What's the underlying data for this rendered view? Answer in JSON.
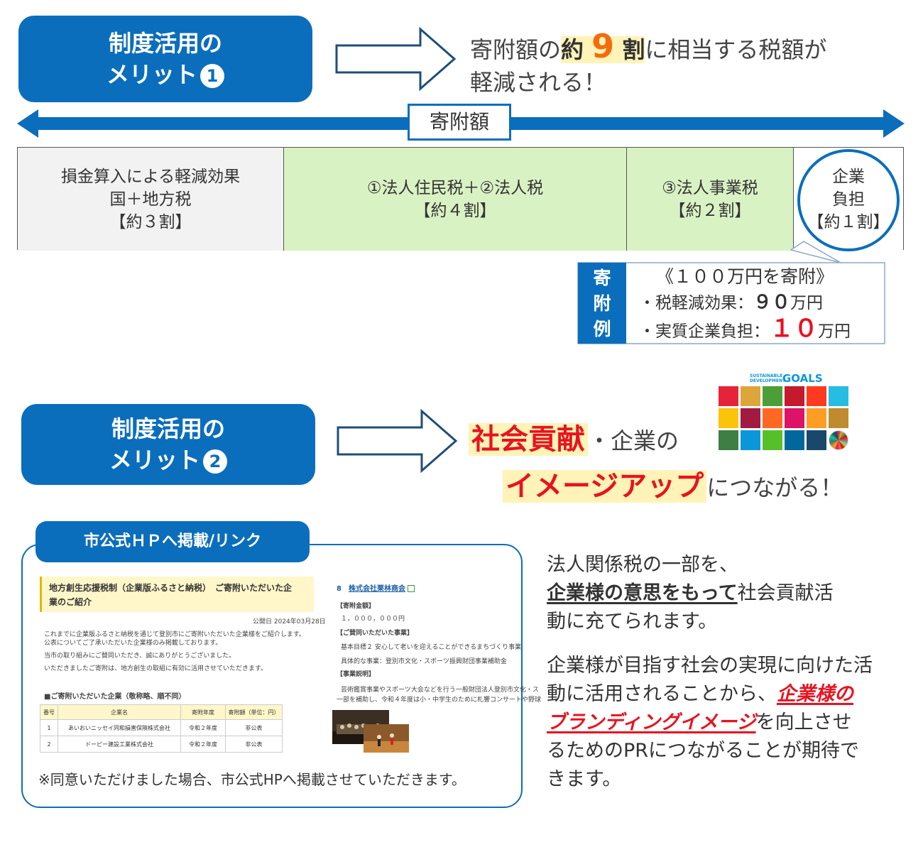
{
  "merit1": {
    "line1": "制度活用の",
    "line2": "メリット",
    "num": "1",
    "text_pre": "寄附額の",
    "text_hl_a": "約",
    "text_nine": "9",
    "text_hl_b": "割",
    "text_post": "に相当する税額が",
    "text_line2": "軽減される！"
  },
  "donation_bar": {
    "label": "寄附額"
  },
  "breakdown": {
    "cell1": [
      "損金算入による軽減効果",
      "国＋地方税",
      "【約３割】"
    ],
    "cell2": [
      "①法人住民税＋②法人税",
      "【約４割】"
    ],
    "cell3": [
      "③法人事業税",
      "【約２割】"
    ],
    "cell4": [
      "企業",
      "負担",
      "【約１割】"
    ]
  },
  "example": {
    "side_label": [
      "寄",
      "附",
      "例"
    ],
    "title": "《１００万円を寄附》",
    "line1_pre": "・税軽減効果：",
    "line1_val": "９０",
    "line1_unit": "万円",
    "line2_pre": "・実質企業負担：",
    "line2_val": "１０",
    "line2_unit": "万円"
  },
  "sdgs": {
    "title_small_1": "SUSTAINABLE",
    "title_small_2": "DEVELOPMENT",
    "title_big": "GOALS",
    "colors": [
      "#e5243b",
      "#dda63a",
      "#4c9f38",
      "#c5192d",
      "#ff3a21",
      "#26bde2",
      "#fcc30b",
      "#a21942",
      "#fd6925",
      "#dd1367",
      "#fd9d24",
      "#bf8b2e",
      "#3f7e44",
      "#0a97d9",
      "#56c02b",
      "#00689d",
      "#19486a",
      "#ffffff"
    ]
  },
  "merit2": {
    "line1": "制度活用の",
    "line2": "メリット",
    "num": "2",
    "text_a": "社会貢献",
    "text_b": "・企業の",
    "text_c": "イメージアップ",
    "text_d": "につながる！"
  },
  "hp": {
    "tab_label": "市公式ＨＰへ掲載/リンク",
    "footnote": "※同意いただけました場合、市公式HPへ掲載させていただきます。",
    "doc_title_1": "地方創生応援税制（企業版ふるさと納税）　ご寄附いただいた企",
    "doc_title_2": "業のご紹介",
    "doc_date": "公開日 2024年03月28日",
    "doc_p1": "これまでに企業版ふるさと納税を通じて登別市にご寄附いただいた企業様をご紹介します。",
    "doc_p1b": "公表についてご了承いただいた企業様のみ掲載しております。",
    "doc_p2": "当市の取り組みにご賛同いただき、誠にありがとうございました。",
    "doc_p3": "いただきましたご寄附は、地方創生の取組に有効に活用させていただきます。",
    "doc_list_title": "■ご寄附いただいた企業（敬称略、順不同）",
    "table_headers": [
      "番号",
      "企業名",
      "寄附年度",
      "寄附額（単位：円）"
    ],
    "table_rows": [
      [
        "1",
        "あいおいニッセイ同和損害保険株式会社",
        "令和２年度",
        "非公表"
      ],
      [
        "2",
        "ドーピー建設工業株式会社",
        "令和２年度",
        "非公表"
      ]
    ],
    "right_num": "8",
    "right_company": "株式会社栗林商会",
    "right_h1": "【寄附金額】",
    "right_amount": "１，０００，０００円",
    "right_h2": "【ご賛同いただいた事業】",
    "right_biz1": "基本目標２ 安心して老いを迎えることができるまちづくり事業",
    "right_biz2": "具体的な事業：登別市文化・スポーツ振興財団事業補助金",
    "right_h3": "【事業説明】",
    "right_desc1": "芸術鑑賞事業やスポーツ大会などを行う一般財団法人登別市文化・ス",
    "right_desc2": "一部を補助し、令和４年度は小・中学生のために札響コンサートや野球"
  },
  "explain": {
    "p1_a": "法人関係税の一部を、",
    "p1_b": "企業様の意思をもって",
    "p1_c": "社会貢献活",
    "p1_d": "動に充てられます。",
    "p2_a": "企業様が目指す社会の実現に向けた活",
    "p2_b": "動に活用されることから、",
    "p2_c": "企業様の",
    "p2_d": "ブランディングイメージ",
    "p2_e": "を向上させ",
    "p2_f": "るためのPRにつながることが期待で",
    "p2_g": "きます。"
  }
}
